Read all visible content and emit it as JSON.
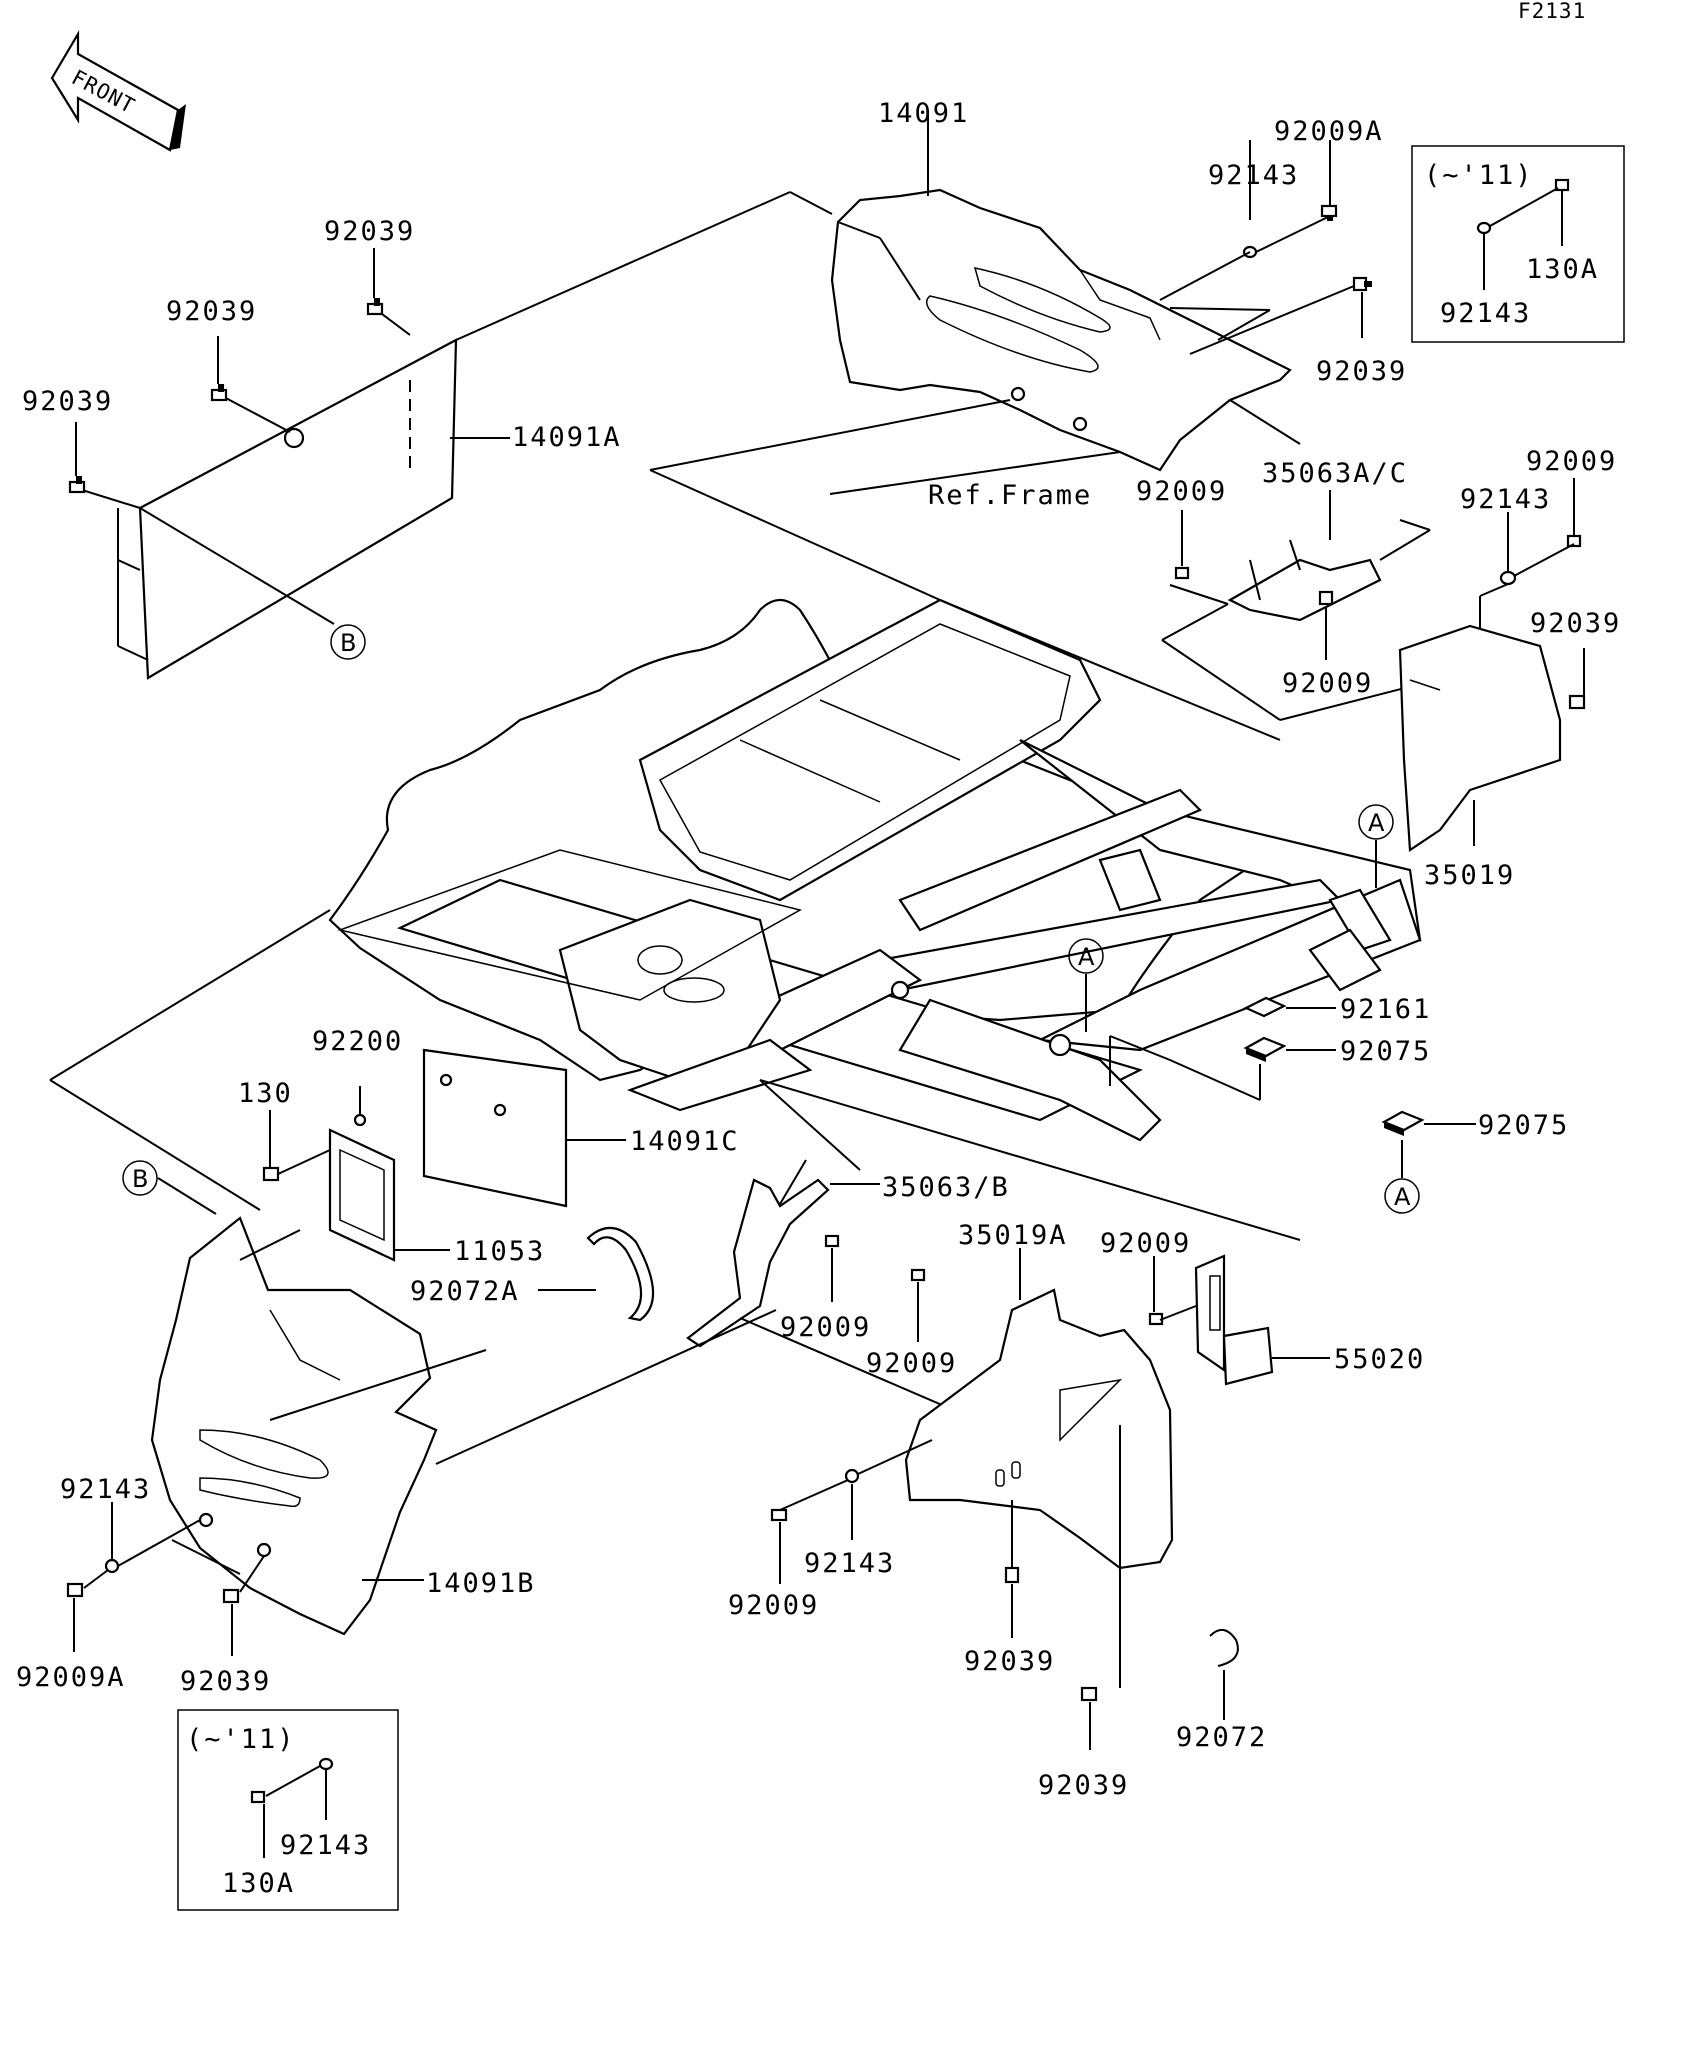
{
  "figure_code": "F2131",
  "front_arrow_label": "FRONT",
  "callouts": {
    "p14091": "14091",
    "p92009A_top": "92009A",
    "p92143_top": "92143",
    "p92039_top_right": "92039",
    "p35063AC": "35063A/C",
    "p92009_a": "92009",
    "p92009_b": "92009",
    "p92143_b": "92143",
    "p92009_c": "92009",
    "p92039_c": "92039",
    "p35019": "35019",
    "p92039_l1": "92039",
    "p92039_l2": "92039",
    "p92039_l3": "92039",
    "p14091A": "14091A",
    "ref_frame": "Ref.Frame",
    "p92161": "92161",
    "p92075_a": "92075",
    "p92075_b": "92075",
    "p92200": "92200",
    "p130": "130",
    "p14091C": "14091C",
    "p35063B": "35063/B",
    "p11053": "11053",
    "p92072A": "92072A",
    "p35019A": "35019A",
    "p92009_d": "92009",
    "p92009_e": "92009",
    "p92009_f": "92009",
    "p55020": "55020",
    "p92143_l": "92143",
    "p92009A_l": "92009A",
    "p92039_bl": "92039",
    "p14091B": "14091B",
    "p92143_m": "92143",
    "p92009_m": "92009",
    "p92039_m": "92039",
    "p92039_bm": "92039",
    "p92072": "92072"
  },
  "circle_refs": {
    "a1": "A",
    "a2": "A",
    "a3": "A",
    "b1": "B",
    "b2": "B"
  },
  "inset_top": {
    "title": "(~'11)",
    "part_a": "130A",
    "part_b": "92143"
  },
  "inset_bottom": {
    "title": "(~'11)",
    "part_a": "92143",
    "part_b": "130A"
  }
}
